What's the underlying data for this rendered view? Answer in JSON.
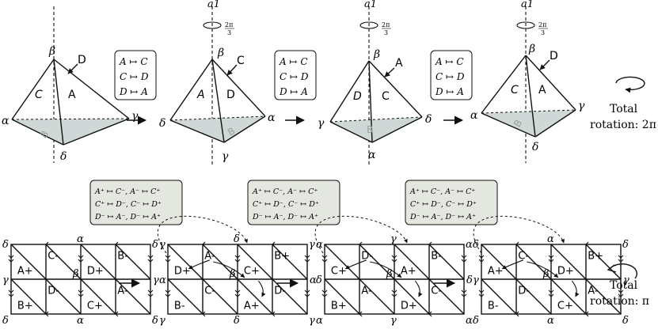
{
  "top": {
    "axis_label": "a1",
    "rotation_label": "2π/3",
    "rotation_num": "2π",
    "rotation_den": "3",
    "total": {
      "line1": "Total",
      "line2": "rotation: 2π"
    },
    "maps": [
      [
        "A ↦ C",
        "C ↦ D",
        "D ↦ A"
      ],
      [
        "A ↦ C",
        "C ↦ D",
        "D ↦ A"
      ],
      [
        "A ↦ C",
        "C ↦ D",
        "D ↦ A"
      ]
    ],
    "tetrahedra": [
      {
        "top": "β",
        "left": "α",
        "right": "γ",
        "bottom": "δ",
        "pointer": "D",
        "faceL": "C",
        "faceR": "A",
        "back": "B"
      },
      {
        "top": "β",
        "left": "δ",
        "right": "α",
        "bottom": "γ",
        "pointer": "C",
        "faceL": "A",
        "faceR": "D",
        "back": "B"
      },
      {
        "top": "β",
        "left": "γ",
        "right": "δ",
        "bottom": "α",
        "pointer": "A",
        "faceL": "D",
        "faceR": "C",
        "back": "B"
      },
      {
        "top": "β",
        "left": "α",
        "right": "γ",
        "bottom": "δ",
        "pointer": "D",
        "faceL": "C",
        "faceR": "A",
        "back": "B"
      }
    ]
  },
  "bottom": {
    "total": {
      "line1": "Total",
      "line2": "rotation: π"
    },
    "maps": [
      [
        "A⁺ ↦ C⁻,  A⁻ ↦ C⁺",
        "C⁺ ↦ D⁻,  C⁻ ↦ D⁺",
        "D⁻ ↦ A⁻,  D⁻ ↦ A⁺"
      ],
      [
        "A⁺ ↦ C⁻,  A⁻ ↦ C⁺",
        "C⁺ ↦ D⁻,  C⁻ ↦ D⁺",
        "D⁻ ↦ A⁻,  D⁻ ↦ A⁺"
      ],
      [
        "A⁺ ↦ C⁻,  A⁻ ↦ C⁺",
        "C⁺ ↦ D⁻,  C⁻ ↦ D⁺",
        "D⁻ ↦ A⁻,  D⁻ ↦ A⁺"
      ]
    ],
    "grids": [
      {
        "corner": "δ",
        "topMid": "α",
        "leftMid": "γ",
        "rightMid": "γ",
        "botMid": "α",
        "center": "β",
        "cells": [
          "C-",
          "B-",
          "A+",
          "D+",
          "D-",
          "A-",
          "B+",
          "C+"
        ]
      },
      {
        "corner": "γ",
        "topMid": "δ",
        "leftMid": "α",
        "rightMid": "α",
        "botMid": "δ",
        "center": "β",
        "cells": [
          "A-",
          "B+",
          "D+",
          "C+",
          "C-",
          "D-",
          "B-",
          "A+"
        ]
      },
      {
        "corner": "α",
        "topMid": "γ",
        "leftMid": "δ",
        "rightMid": "δ",
        "botMid": "γ",
        "center": "β",
        "cells": [
          "D-",
          "B-",
          "C+",
          "A+",
          "A-",
          "C-",
          "B+",
          "D+"
        ]
      },
      {
        "corner": "δ",
        "topMid": "α",
        "leftMid": "γ",
        "rightMid": "γ",
        "botMid": "α",
        "center": "β",
        "cells": [
          "C-",
          "B+",
          "A+",
          "D+",
          "D-",
          "A-",
          "B-",
          "C+"
        ]
      }
    ]
  }
}
